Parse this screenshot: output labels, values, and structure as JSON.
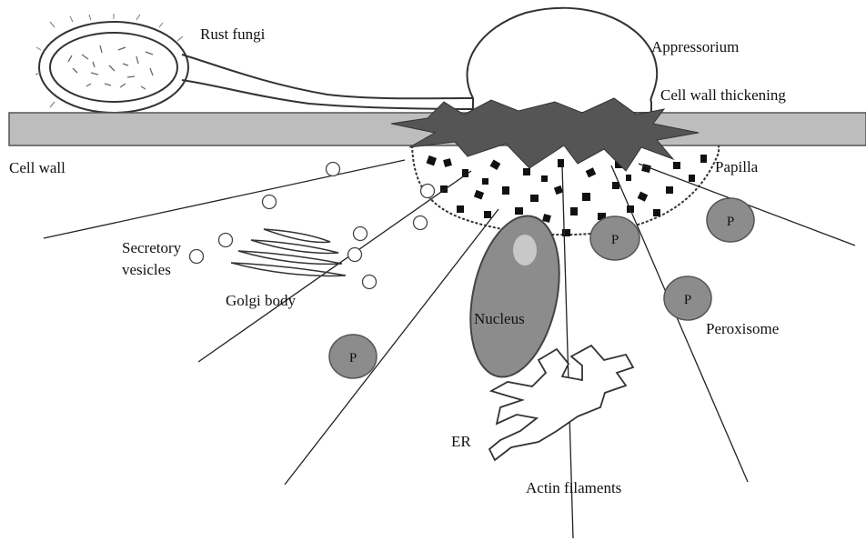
{
  "labels": {
    "rust_fungi": "Rust fungi",
    "appressorium": "Appressorium",
    "cell_wall_thickening": "Cell wall thickening",
    "cell_wall": "Cell wall",
    "papilla": "Papilla",
    "secretory_vesicles_line1": "Secretory",
    "secretory_vesicles_line2": "vesicles",
    "golgi_body": "Golgi body",
    "nucleus": "Nucleus",
    "peroxisome": "Peroxisome",
    "er": "ER",
    "actin_filaments": "Actin filaments",
    "peroxisome_marker": "P"
  },
  "colors": {
    "cell_wall_fill": "#bdbdbd",
    "thickening_fill": "#555555",
    "organelle_fill": "#8c8c8c",
    "outline": "#333333"
  }
}
